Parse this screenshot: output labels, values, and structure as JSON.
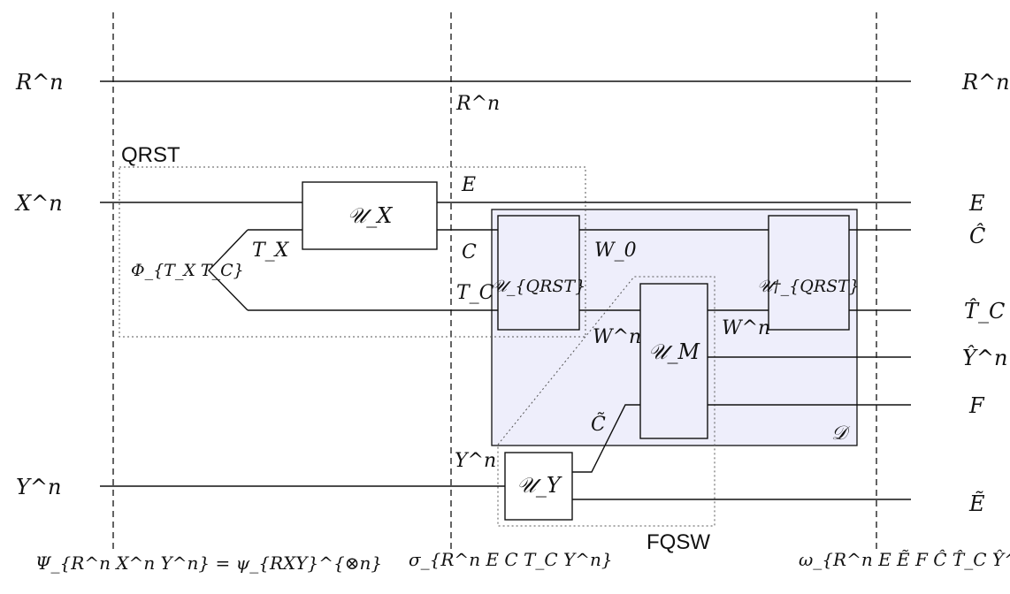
{
  "labels": {
    "left_R": "R^n",
    "left_X": "X^n",
    "left_Y": "Y^n",
    "right_R": "R^n",
    "right_E": "E",
    "right_C": "Ĉ",
    "right_TC": "T̂_C",
    "right_Y": "Ŷ^n",
    "right_F": "F",
    "right_Etilde": "Ẽ",
    "mid_R": "R^n",
    "mid_E": "E",
    "mid_C": "C",
    "mid_TC": "T_C",
    "mid_Y": "Y^n",
    "TX": "T_X",
    "Phi": "Φ_{T_X T_C}",
    "W0": "W_0",
    "Wn_left": "W^n",
    "Wn_right": "W^n",
    "Ctilde": "C̃",
    "D": "𝒟",
    "QRST": "QRST",
    "FQSW": "FQSW",
    "bottom_left": "Ψ_{R^n X^n Y^n} = ψ_{RXY}^{⊗n}",
    "bottom_mid": "σ_{R^n E C T_C Y^n}",
    "bottom_right": "ω_{R^n E Ẽ F Ĉ T̂_C Ŷ^n}"
  },
  "boxes": {
    "UX": "𝒰_X",
    "UQRST": "𝒰_{QRST}",
    "UQRST_dag": "𝒰†_{QRST}",
    "UM": "𝒰_M",
    "UY": "𝒰_Y"
  },
  "colors": {
    "region_fill": "#eeeefb",
    "line": "#111111"
  }
}
